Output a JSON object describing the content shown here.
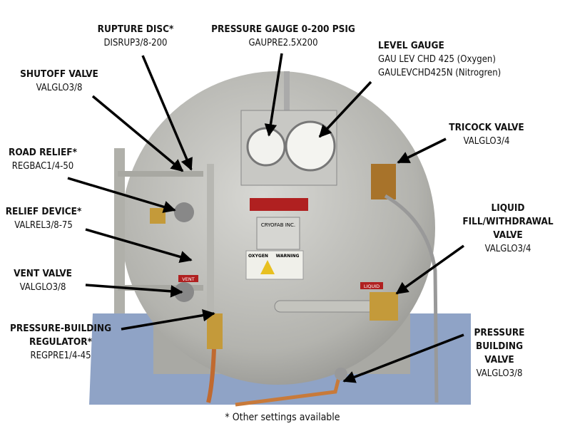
{
  "labels": {
    "rupture_disc": {
      "title": "RUPTURE DISC*",
      "part": "DISRUP3/8-200"
    },
    "pressure_gauge": {
      "title": "PRESSURE GAUGE 0-200 PSIG",
      "part": "GAUPRE2.5X200"
    },
    "level_gauge": {
      "title": "LEVEL GAUGE",
      "part_oxygen": "GAU LEV CHD 425  (Oxygen)",
      "part_nitrogen": "GAULEVCHD425N (Nitrogren)"
    },
    "shutoff_valve": {
      "title": "SHUTOFF VALVE",
      "part": "VALGLO3/8"
    },
    "tricock_valve": {
      "title": "TRICOCK VALVE",
      "part": "VALGLO3/4"
    },
    "road_relief": {
      "title": "ROAD RELIEF*",
      "part": "REGBAC1/4-50"
    },
    "relief_device": {
      "title": "RELIEF DEVICE*",
      "part": "VALREL3/8-75"
    },
    "liquid_fill": {
      "title_line1": "LIQUID",
      "title_line2": "FILL/WITHDRAWAL",
      "title_line3": "VALVE",
      "part": "VALGLO3/4"
    },
    "vent_valve": {
      "title": "VENT VALVE",
      "part": "VALGLO3/8"
    },
    "pb_regulator": {
      "title_line1": "PRESSURE-BUILDING",
      "title_line2": "REGULATOR*",
      "part": "REGPRE1/4-45"
    },
    "pb_valve": {
      "title_line1": "PRESSURE",
      "title_line2": "BUILDING",
      "title_line3": "VALVE",
      "part": "VALGLO3/8"
    }
  },
  "footnote": "* Other settings available",
  "photo_tags": {
    "cryofab_plate": "CRYOFAB INC.",
    "oxygen_label": "OXYGEN",
    "warning_label": "WARNING",
    "vent_tag": "VENT",
    "liquid_tag": "LIQUID"
  },
  "colors": {
    "tank": "#b9b9b6",
    "cloth": "#8fa3c6",
    "brass": "#c49a3a",
    "arrow": "#000000"
  }
}
